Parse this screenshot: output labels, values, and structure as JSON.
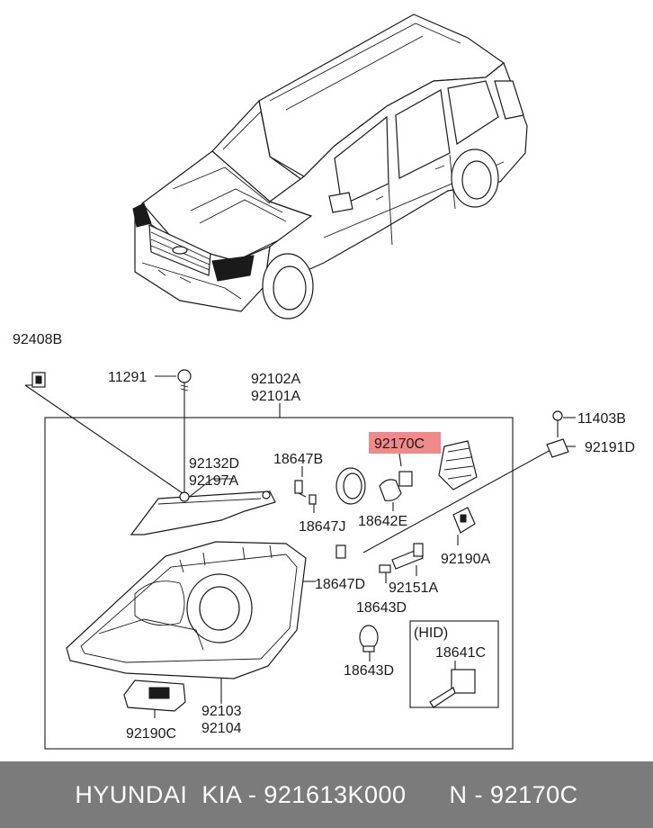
{
  "labels": {
    "l92408B": "92408B",
    "l11291": "11291",
    "l92102A": "92102A",
    "l92101A": "92101A",
    "l92132D": "92132D",
    "l92197A": "92197A",
    "l18647B": "18647B",
    "l92170C": "92170C",
    "l11403B": "11403B",
    "l92191D": "92191D",
    "l18647J": "18647J",
    "l18642E": "18642E",
    "l92190A": "92190A",
    "l18647D": "18647D",
    "l92151A": "92151A",
    "l18643D_a": "18643D",
    "hid": "(HID)",
    "l18641C": "18641C",
    "l18643D_b": "18643D",
    "l92103": "92103",
    "l92104": "92104",
    "l92190C": "92190C"
  },
  "highlight_color": "#f08a8a",
  "footer_color": "#7b7b7b",
  "footer": {
    "text": "HYUNDAI  KIA - 921613K000      N - 92170C"
  }
}
